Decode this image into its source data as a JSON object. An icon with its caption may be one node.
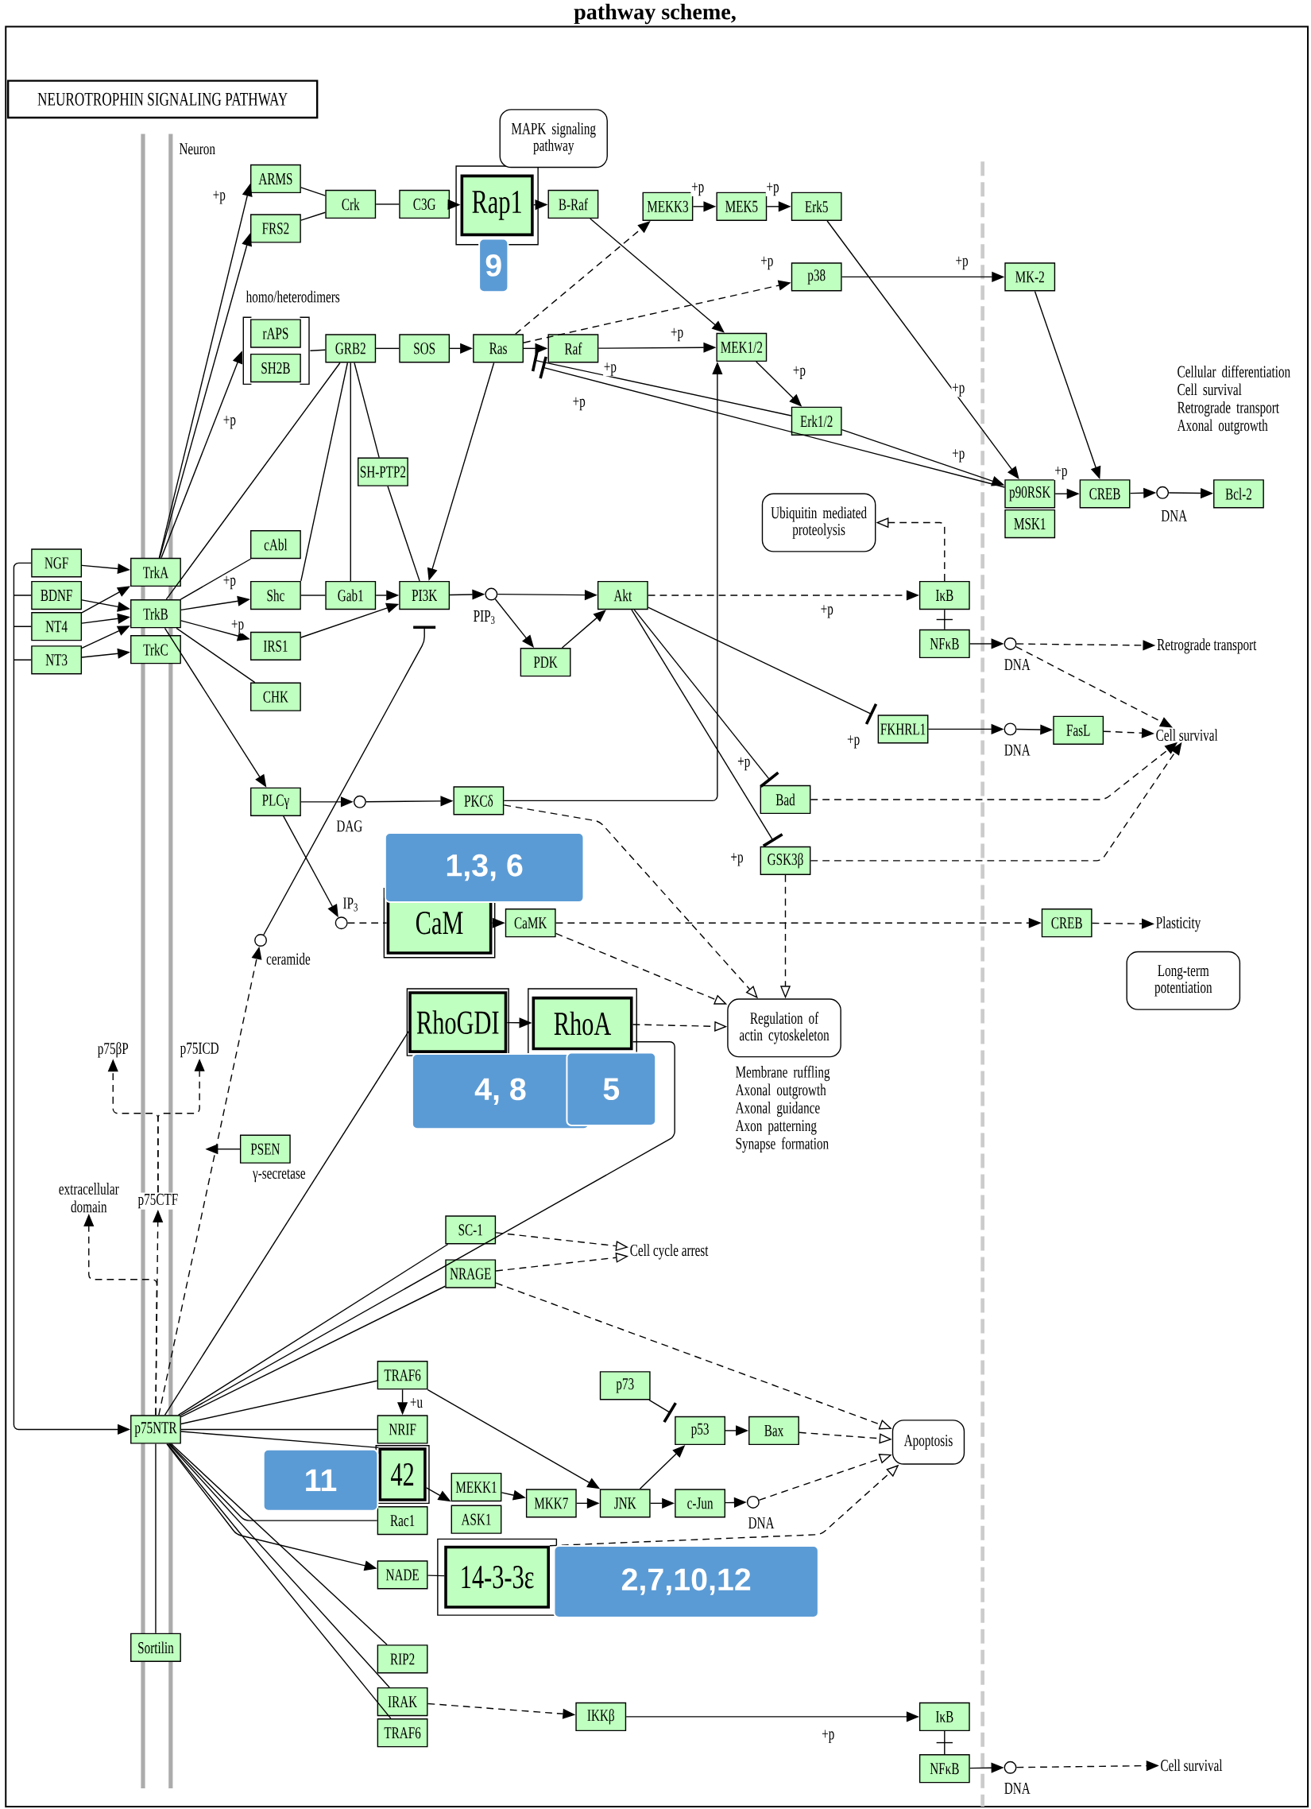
{
  "diagram": {
    "title": "pathway scheme,",
    "nodes": [
      {
        "text": [
          "NEUROTROPHIN SIGNALING PATHWAY"
        ]
      },
      {
        "text": [
          "NGF"
        ]
      },
      {
        "text": [
          "BDNF"
        ]
      },
      {
        "text": [
          "NT4"
        ]
      },
      {
        "text": [
          "NT3"
        ]
      },
      {
        "text": [
          "TrkA"
        ]
      },
      {
        "text": [
          "TrkB"
        ]
      },
      {
        "text": [
          "TrkC"
        ]
      },
      {
        "text": [
          "ARMS"
        ]
      },
      {
        "text": [
          "FRS2"
        ]
      },
      {
        "text": [
          "Crk"
        ]
      },
      {
        "text": [
          "C3G"
        ]
      },
      {
        "text": [
          "Rap1"
        ]
      },
      {
        "text": [
          "9"
        ]
      },
      {
        "text": [
          "B-Raf"
        ]
      },
      {
        "text": [
          "MAPK signaling pathway"
        ]
      },
      {
        "text": [
          "MEKK3"
        ]
      },
      {
        "text": [
          "MEK5"
        ]
      },
      {
        "text": [
          "Erk5"
        ]
      },
      {
        "text": [
          "p38"
        ]
      },
      {
        "text": [
          "MK-2"
        ]
      },
      {
        "text": [
          "rAPS"
        ]
      },
      {
        "text": [
          "SH2B"
        ]
      },
      {
        "text": [
          "GRB2"
        ]
      },
      {
        "text": [
          "SOS"
        ]
      },
      {
        "text": [
          "Ras"
        ]
      },
      {
        "text": [
          "Raf"
        ]
      },
      {
        "text": [
          "MEK1/2"
        ]
      },
      {
        "text": [
          "Erk1/2"
        ]
      },
      {
        "text": [
          "SH-PTP2"
        ]
      },
      {
        "text": [
          "p90RSK"
        ]
      },
      {
        "text": [
          "MSK1"
        ]
      },
      {
        "text": [
          "CREB"
        ]
      },
      {
        "text": [
          "Bcl-2"
        ]
      },
      {
        "text": [
          "Ubiquitin mediated proteolysis"
        ]
      },
      {
        "text": [
          "cAbl"
        ]
      },
      {
        "text": [
          "Shc"
        ]
      },
      {
        "text": [
          "Gab1"
        ]
      },
      {
        "text": [
          "PI3K"
        ]
      },
      {
        "text": [
          "Akt"
        ]
      },
      {
        "text": [
          "PDK"
        ]
      },
      {
        "text": [
          "IκB"
        ]
      },
      {
        "text": [
          "NFκB"
        ]
      },
      {
        "text": [
          "IRS1"
        ]
      },
      {
        "text": [
          "CHK"
        ]
      },
      {
        "text": [
          "FKHRL1"
        ]
      },
      {
        "text": [
          "FasL"
        ]
      },
      {
        "text": [
          "PLCγ"
        ]
      },
      {
        "text": [
          "PKCδ"
        ]
      },
      {
        "text": [
          "Bad"
        ]
      },
      {
        "text": [
          "1,3, 6"
        ]
      },
      {
        "text": [
          "CaM"
        ]
      },
      {
        "text": [
          "CaMK"
        ]
      },
      {
        "text": [
          "GSK3β"
        ]
      },
      {
        "text": [
          "CREB"
        ]
      },
      {
        "text": [
          "Long-term potentiation"
        ]
      },
      {
        "text": [
          "Regulation of actin cytoskeleton"
        ],
        "beside": [
          "Membrane ruffling Axonal outgrowth Axonal guidance Axon patterning Synapse formation"
        ]
      },
      {
        "text": [
          "RhoGDI"
        ]
      },
      {
        "text": [
          "RhoA"
        ]
      },
      {
        "text": [
          "4, 8"
        ]
      },
      {
        "text": [
          "5"
        ]
      },
      {
        "text": [
          "PSEN"
        ],
        "beside": [
          "γ-secretase"
        ]
      },
      {
        "text": [
          "SC-1"
        ]
      },
      {
        "text": [
          "NRAGE"
        ]
      },
      {
        "text": [
          "TRAF6"
        ]
      },
      {
        "text": [
          "NRIF"
        ]
      },
      {
        "text": [
          "p75NTR"
        ]
      },
      {
        "text": [
          "42"
        ]
      },
      {
        "text": [
          "11"
        ]
      },
      {
        "text": [
          "Rac1"
        ]
      },
      {
        "text": [
          "MEKK1"
        ]
      },
      {
        "text": [
          "ASK1"
        ]
      },
      {
        "text": [
          "MKK7"
        ]
      },
      {
        "text": [
          "JNK"
        ]
      },
      {
        "text": [
          "c-Jun"
        ]
      },
      {
        "text": [
          "p73"
        ]
      },
      {
        "text": [
          "p53"
        ]
      },
      {
        "text": [
          "Bax"
        ]
      },
      {
        "text": [
          "Apoptosis"
        ]
      },
      {
        "text": [
          "NADE"
        ]
      },
      {
        "text": [
          "14-3-3ε"
        ]
      },
      {
        "text": [
          "2,7,10,12"
        ]
      },
      {
        "text": [
          "RIP2"
        ]
      },
      {
        "text": [
          "IRAK"
        ]
      },
      {
        "text": [
          "TRAF6"
        ]
      },
      {
        "text": [
          "IKKβ"
        ]
      },
      {
        "text": [
          "IκB"
        ]
      },
      {
        "text": [
          "NFκB"
        ]
      },
      {
        "text": [
          "Sortilin"
        ]
      },
      {
        "text": [],
        "shape": "circle",
        "beside": [
          "DNA"
        ]
      },
      {
        "text": [],
        "shape": "circle",
        "beside": [
          "PIP$_{3}$"
        ]
      },
      {
        "text": [],
        "shape": "circle",
        "beside": [
          "DAG"
        ]
      },
      {
        "text": [],
        "shape": "circle",
        "beside": [
          "IP$_{3}$"
        ]
      },
      {
        "text": [],
        "shape": "circle",
        "beside": [
          "ceramide"
        ]
      },
      {
        "text": [],
        "shape": "circle",
        "beside": [
          "DNA"
        ]
      },
      {
        "text": [],
        "shape": "circle",
        "beside": [
          "DNA"
        ]
      },
      {
        "text": [],
        "shape": "circle",
        "beside": [
          "DNA"
        ]
      },
      {
        "text": [],
        "shape": "circle",
        "beside": [
          "DNA"
        ]
      },
      {
        "text": [
          "Retrograde transport"
        ]
      },
      {
        "text": [
          "Cell survival"
        ]
      },
      {
        "text": [
          "Plasticity"
        ]
      },
      {
        "text": [
          "Cell cycle arrest"
        ]
      },
      {
        "text": [
          "Cell survival"
        ]
      },
      {
        "text": [
          "p75βP"
        ]
      },
      {
        "text": [
          "p75ICD"
        ]
      },
      {
        "text": [
          "extracellular domain"
        ]
      },
      {
        "text": [
          "p75CTF"
        ]
      }
    ],
    "edges": [
      {
        "from": 1,
        "to": 5,
        "arrow": "to"
      },
      {
        "from": 2,
        "to": 6,
        "arrow": "to"
      },
      {
        "from": 3,
        "to": 5,
        "arrow": "to"
      },
      {
        "from": 3,
        "to": 6,
        "arrow": "to"
      },
      {
        "from": 4,
        "to": 6,
        "arrow": "to"
      },
      {
        "from": 4,
        "to": 7,
        "arrow": "to"
      },
      {
        "from": 1,
        "to": 66,
        "arrow": "to"
      },
      {
        "from": 2,
        "to": 66,
        "arrow": "to"
      },
      {
        "from": 3,
        "to": 66,
        "arrow": "to"
      },
      {
        "from": 4,
        "to": 66,
        "arrow": "to"
      },
      {
        "from": 5,
        "to": 8,
        "arrow": "to"
      },
      {
        "from": 5,
        "to": 9,
        "arrow": "to"
      },
      {
        "from": 5,
        "to": 21,
        "arrow": "to"
      },
      {
        "from": 6,
        "to": 35,
        "arrow": "none"
      },
      {
        "from": 6,
        "to": 36,
        "arrow": "to"
      },
      {
        "from": 6,
        "to": 43,
        "arrow": "to"
      },
      {
        "from": 6,
        "to": 44,
        "arrow": "none"
      },
      {
        "from": 6,
        "to": 47,
        "arrow": "to"
      },
      {
        "from": 6,
        "to": 23,
        "arrow": "none"
      },
      {
        "from": 8,
        "to": 10,
        "arrow": "none"
      },
      {
        "from": 9,
        "to": 10,
        "arrow": "none"
      },
      {
        "from": 10,
        "to": 11,
        "arrow": "none"
      },
      {
        "from": 11,
        "to": 12,
        "arrow": "to"
      },
      {
        "from": 12,
        "to": 14,
        "arrow": "to"
      },
      {
        "from": 14,
        "to": 27,
        "arrow": "to"
      },
      {
        "from": 25,
        "to": 16,
        "arrow": "to",
        "style": "dashed"
      },
      {
        "from": 25,
        "to": 19,
        "arrow": "to",
        "style": "dashed"
      },
      {
        "from": 16,
        "to": 17,
        "arrow": "to"
      },
      {
        "from": 17,
        "to": 18,
        "arrow": "to"
      },
      {
        "from": 18,
        "to": 30,
        "arrow": "to"
      },
      {
        "from": 19,
        "to": 20,
        "arrow": "to"
      },
      {
        "from": 20,
        "to": 32,
        "arrow": "to"
      },
      {
        "from": 21,
        "to": 23,
        "arrow": "none"
      },
      {
        "from": 23,
        "to": 24,
        "arrow": "none"
      },
      {
        "from": 24,
        "to": 25,
        "arrow": "to"
      },
      {
        "from": 25,
        "to": 26,
        "arrow": "to"
      },
      {
        "from": 26,
        "to": 27,
        "arrow": "to"
      },
      {
        "from": 27,
        "to": 28,
        "arrow": "to"
      },
      {
        "from": 28,
        "to": 30,
        "arrow": "to"
      },
      {
        "from": 28,
        "to": 25,
        "arrow": "other"
      },
      {
        "from": 30,
        "to": 25,
        "arrow": "other"
      },
      {
        "from": 23,
        "to": 36,
        "arrow": "none"
      },
      {
        "from": 23,
        "to": 37,
        "arrow": "none"
      },
      {
        "from": 23,
        "to": 29,
        "arrow": "none"
      },
      {
        "from": 29,
        "to": 38,
        "arrow": "none"
      },
      {
        "from": 25,
        "to": 38,
        "arrow": "to"
      },
      {
        "from": 36,
        "to": 37,
        "arrow": "none"
      },
      {
        "from": 37,
        "to": 38,
        "arrow": "to"
      },
      {
        "from": 43,
        "to": 38,
        "arrow": "to"
      },
      {
        "from": 38,
        "to": 90,
        "arrow": "to"
      },
      {
        "from": 90,
        "to": 39,
        "arrow": "to"
      },
      {
        "from": 90,
        "to": 40,
        "arrow": "to"
      },
      {
        "from": 40,
        "to": 39,
        "arrow": "to"
      },
      {
        "from": 39,
        "to": 41,
        "arrow": "to",
        "style": "dashed"
      },
      {
        "from": 39,
        "to": 45,
        "arrow": "other"
      },
      {
        "from": 39,
        "to": 49,
        "arrow": "other"
      },
      {
        "from": 39,
        "to": 53,
        "arrow": "other"
      },
      {
        "from": 41,
        "to": 34,
        "arrow": "to",
        "style": "dashed"
      },
      {
        "from": 41,
        "to": 42,
        "arrow": "none"
      },
      {
        "from": 42,
        "to": 94,
        "arrow": "to"
      },
      {
        "from": 94,
        "to": 98,
        "arrow": "to",
        "style": "dashed"
      },
      {
        "from": 94,
        "to": 99,
        "arrow": "to",
        "style": "dashed"
      },
      {
        "from": 45,
        "to": 95,
        "arrow": "to"
      },
      {
        "from": 95,
        "to": 46,
        "arrow": "to"
      },
      {
        "from": 46,
        "to": 99,
        "arrow": "to",
        "style": "dashed"
      },
      {
        "from": 49,
        "to": 99,
        "arrow": "to",
        "style": "dashed"
      },
      {
        "from": 53,
        "to": 99,
        "arrow": "to",
        "style": "dashed"
      },
      {
        "from": 53,
        "to": 56,
        "arrow": "to",
        "style": "dashed"
      },
      {
        "from": 30,
        "to": 32,
        "arrow": "to"
      },
      {
        "from": 32,
        "to": 89,
        "arrow": "to"
      },
      {
        "from": 89,
        "to": 33,
        "arrow": "to"
      },
      {
        "from": 48,
        "to": 27,
        "arrow": "to"
      },
      {
        "from": 93,
        "to": 38,
        "arrow": "other"
      },
      {
        "from": 47,
        "to": 91,
        "arrow": "to"
      },
      {
        "from": 91,
        "to": 48,
        "arrow": "to"
      },
      {
        "from": 47,
        "to": 92,
        "arrow": "to"
      },
      {
        "from": 92,
        "to": 51,
        "arrow": "none",
        "style": "dashed"
      },
      {
        "from": 51,
        "to": 52,
        "arrow": "to"
      },
      {
        "from": 52,
        "to": 54,
        "arrow": "to",
        "style": "dashed"
      },
      {
        "from": 52,
        "to": 56,
        "arrow": "to",
        "style": "dashed"
      },
      {
        "from": 48,
        "to": 56,
        "arrow": "to",
        "style": "dashed"
      },
      {
        "from": 57,
        "to": 58,
        "arrow": "to"
      },
      {
        "from": 58,
        "to": 56,
        "arrow": "to",
        "style": "dashed"
      },
      {
        "from": 54,
        "to": 100,
        "arrow": "to",
        "style": "dashed"
      },
      {
        "from": 66,
        "to": 93,
        "arrow": "to",
        "style": "dashed"
      },
      {
        "from": 66,
        "to": 57,
        "arrow": "none"
      },
      {
        "from": 66,
        "to": 58,
        "arrow": "none"
      },
      {
        "from": 66,
        "to": 62,
        "arrow": "none"
      },
      {
        "from": 66,
        "to": 63,
        "arrow": "none"
      },
      {
        "from": 66,
        "to": 64,
        "arrow": "none"
      },
      {
        "from": 66,
        "to": 65,
        "arrow": "none"
      },
      {
        "from": 66,
        "to": 67,
        "arrow": "none"
      },
      {
        "from": 66,
        "to": 69,
        "arrow": "none"
      },
      {
        "from": 66,
        "to": 79,
        "arrow": "to"
      },
      {
        "from": 66,
        "to": 82,
        "arrow": "none"
      },
      {
        "from": 66,
        "to": 83,
        "arrow": "none"
      },
      {
        "from": 66,
        "to": 84,
        "arrow": "none"
      },
      {
        "from": 64,
        "to": 65,
        "arrow": "to"
      },
      {
        "from": 64,
        "to": 73,
        "arrow": "to"
      },
      {
        "from": 67,
        "to": 70,
        "arrow": "to"
      },
      {
        "from": 70,
        "to": 72,
        "arrow": "to"
      },
      {
        "from": 72,
        "to": 73,
        "arrow": "to"
      },
      {
        "from": 73,
        "to": 74,
        "arrow": "to"
      },
      {
        "from": 73,
        "to": 76,
        "arrow": "to"
      },
      {
        "from": 75,
        "to": 76,
        "arrow": "other"
      },
      {
        "from": 76,
        "to": 77,
        "arrow": "to"
      },
      {
        "from": 77,
        "to": 78,
        "arrow": "to",
        "style": "dashed"
      },
      {
        "from": 74,
        "to": 96,
        "arrow": "to"
      },
      {
        "from": 96,
        "to": 78,
        "arrow": "to",
        "style": "dashed"
      },
      {
        "from": 63,
        "to": 78,
        "arrow": "to",
        "style": "dashed"
      },
      {
        "from": 80,
        "to": 78,
        "arrow": "to",
        "style": "dashed"
      },
      {
        "from": 62,
        "to": 101,
        "arrow": "to",
        "style": "dashed"
      },
      {
        "from": 63,
        "to": 101,
        "arrow": "to",
        "style": "dashed"
      },
      {
        "from": 79,
        "to": 80,
        "arrow": "none"
      },
      {
        "from": 83,
        "to": 85,
        "arrow": "to",
        "style": "dashed"
      },
      {
        "from": 85,
        "to": 86,
        "arrow": "to"
      },
      {
        "from": 86,
        "to": 87,
        "arrow": "none"
      },
      {
        "from": 87,
        "to": 97,
        "arrow": "to"
      },
      {
        "from": 97,
        "to": 102,
        "arrow": "to",
        "style": "dashed"
      },
      {
        "from": 61,
        "to": null,
        "arrow": "to"
      },
      {
        "from": 66,
        "to": 106,
        "arrow": "to",
        "style": "dashed"
      },
      {
        "from": 66,
        "to": 105,
        "arrow": "to",
        "style": "dashed"
      },
      {
        "from": 106,
        "to": 103,
        "arrow": "to",
        "style": "dashed"
      },
      {
        "from": 106,
        "to": 104,
        "arrow": "to",
        "style": "dashed"
      },
      {
        "from": 66,
        "to": 88,
        "arrow": "none"
      }
    ],
    "labels": [
      "Neuron",
      "+p",
      "+p",
      "+p",
      "+p",
      "+p",
      "homo/heterodimers",
      "+p",
      "+p",
      "+p",
      "+p",
      "+p",
      "+p",
      "+p",
      "+p",
      "Cellular differentiation Cell survival Retrograde transport Axonal outgrowth",
      "+p",
      "+p",
      "+p",
      "+p",
      "+p",
      "+p",
      "+u",
      "+p"
    ]
  }
}
